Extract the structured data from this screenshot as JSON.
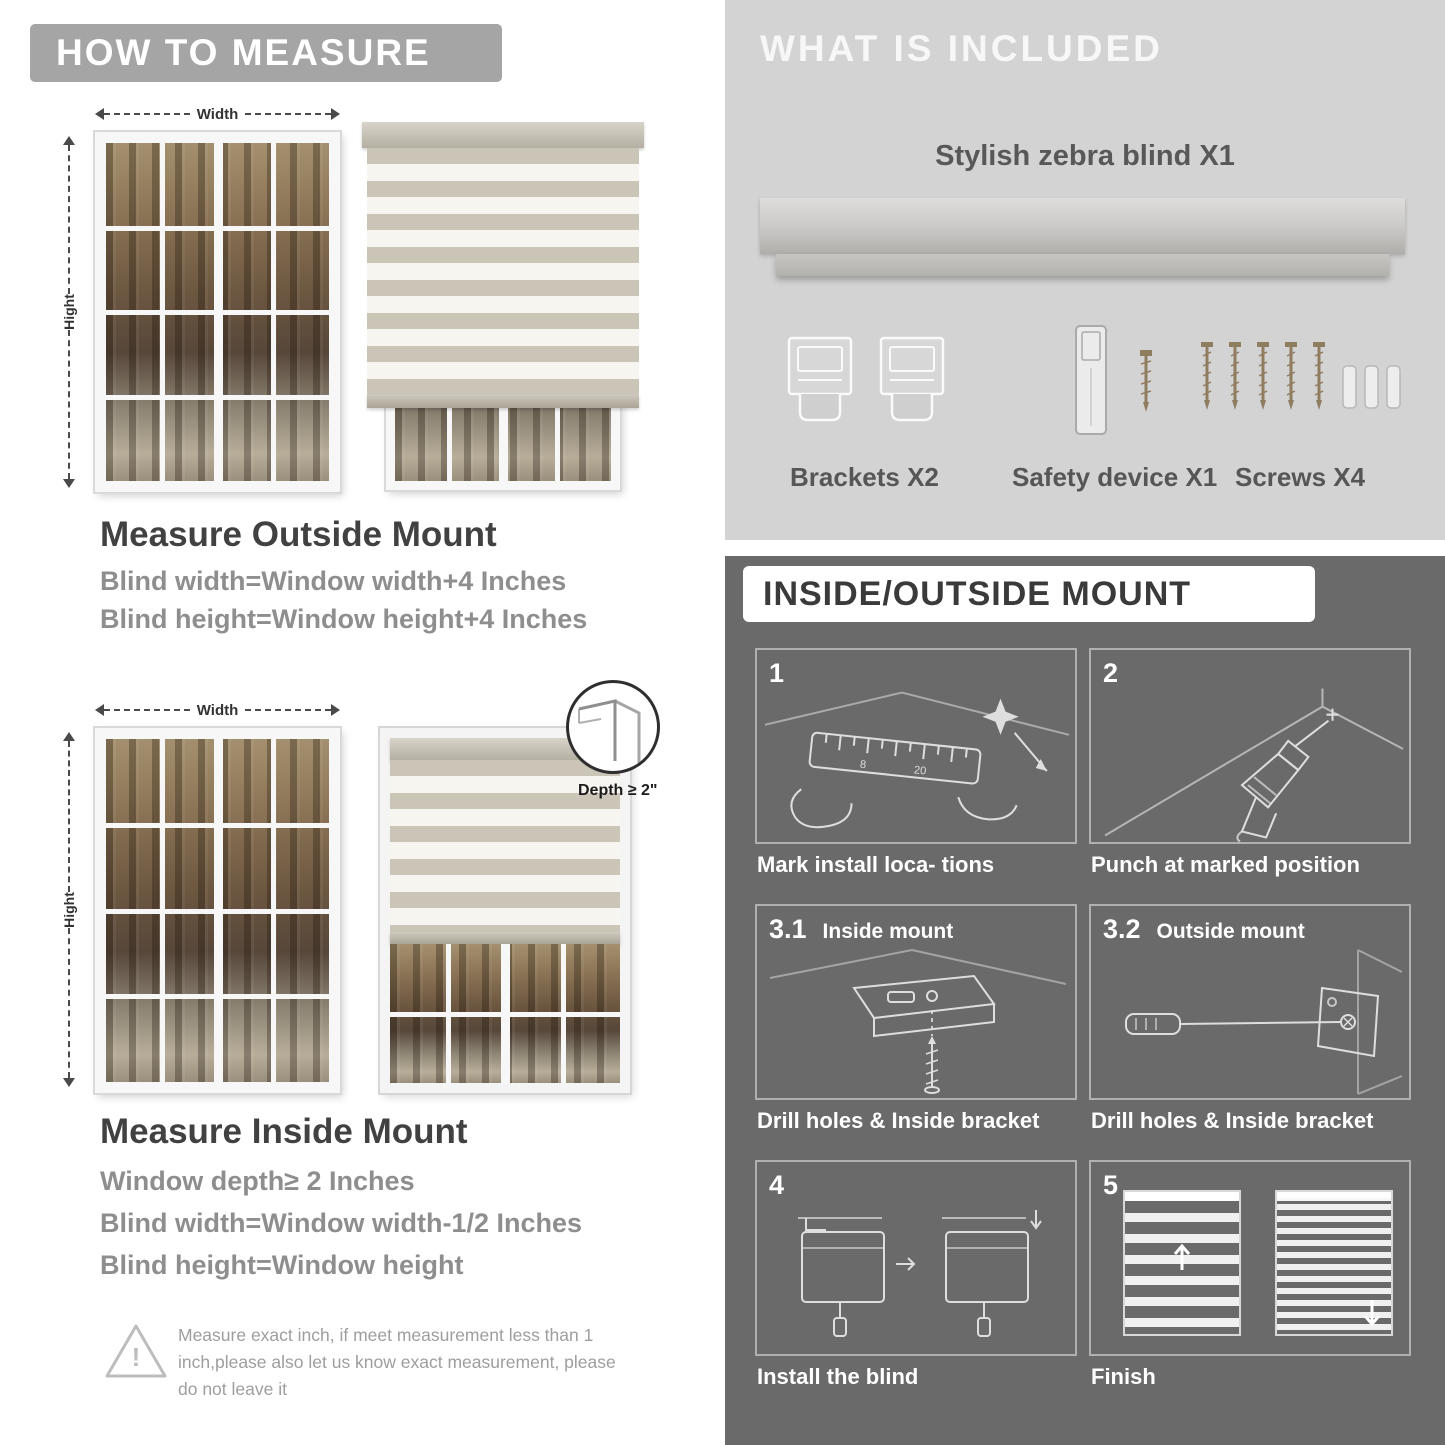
{
  "colors": {
    "left_header_bg": "#a5a5a5",
    "included_bg": "#d3d3d3",
    "mount_bg": "#6a6a6a",
    "formula_text": "#8e8e8e"
  },
  "left": {
    "header": "HOW TO MEASURE",
    "outside": {
      "width_label": "Width",
      "height_label": "Hight",
      "title": "Measure Outside Mount",
      "line1": "Blind width=Window width+4 Inches",
      "line2": "Blind height=Window height+4 Inches"
    },
    "inside": {
      "width_label": "Width",
      "height_label": "Hight",
      "depth_label": "Depth ≥ 2\"",
      "title": "Measure Inside Mount",
      "line1": "Window depth≥ 2 Inches",
      "line2": "Blind width=Window width-1/2 Inches",
      "line3": "Blind height=Window height"
    },
    "note": "Measure exact inch, if meet measurement less than 1 inch,please also let us know exact measurement, please do not leave it"
  },
  "included": {
    "header": "WHAT IS INCLUDED",
    "blind_label": "Stylish zebra blind X1",
    "items": [
      {
        "label": "Brackets X2",
        "icon": "brackets-icon"
      },
      {
        "label": "Safety device X1",
        "icon": "safety-device-icon"
      },
      {
        "label": "Screws X4",
        "icon": "screws-icon"
      }
    ]
  },
  "mount": {
    "header": "INSIDE/OUTSIDE MOUNT",
    "steps": [
      {
        "num": "1",
        "caption": "Mark install loca- tions"
      },
      {
        "num": "2",
        "caption": "Punch at  marked position"
      },
      {
        "num": "3.1",
        "title": "Inside mount",
        "caption": "Drill holes &  Inside bracket"
      },
      {
        "num": "3.2",
        "title": "Outside mount",
        "caption": "Drill holes &  Inside bracket"
      },
      {
        "num": "4",
        "caption": "Install the blind"
      },
      {
        "num": "5",
        "caption": "Finish"
      }
    ]
  }
}
